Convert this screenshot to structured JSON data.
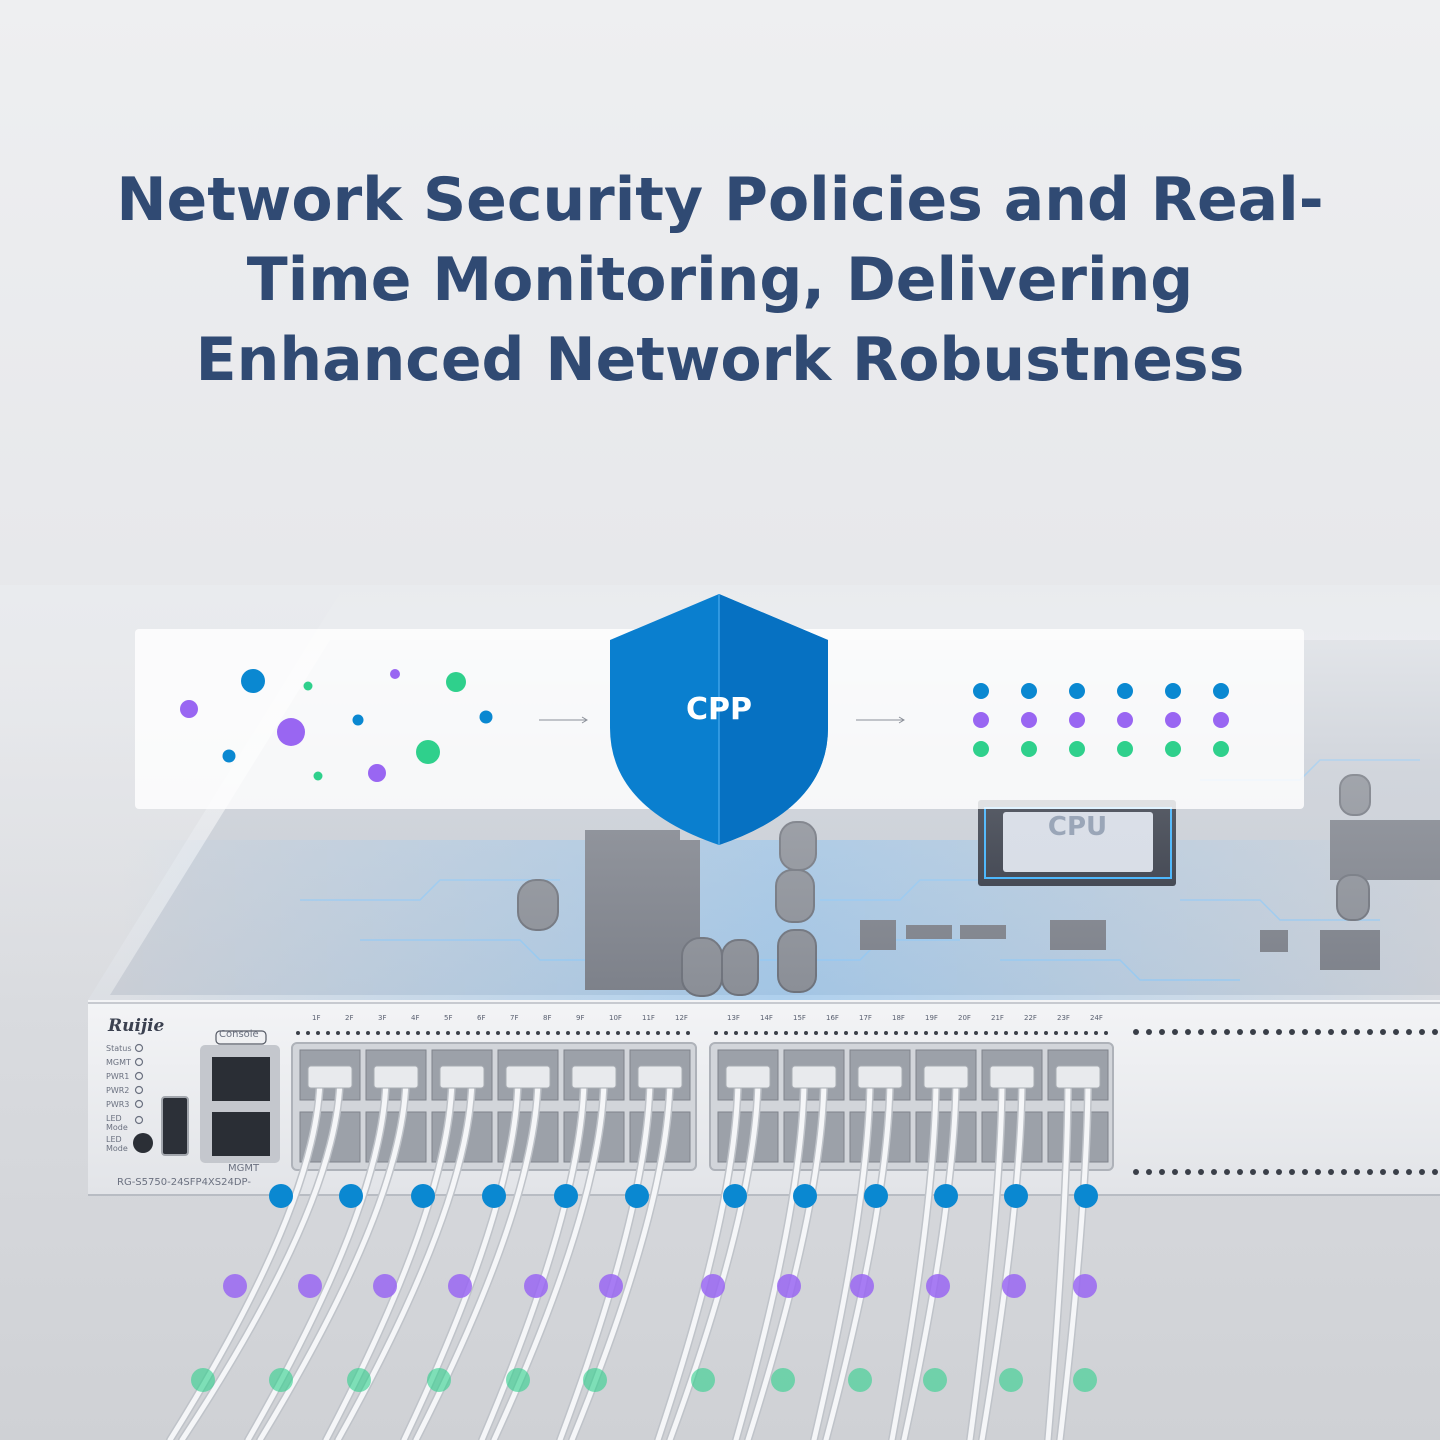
{
  "headline": {
    "line1": "Network Security Policies and Real-",
    "line2": "Time Monitoring, Delivering",
    "line3": "Enhanced Network Robustness"
  },
  "shield": {
    "label": "CPP",
    "icon": "shield-icon",
    "color": "#0a7fcf"
  },
  "chip": {
    "label": "CPU"
  },
  "device": {
    "brand": "Ruijie",
    "console_label": "Console",
    "mgmt_label": "MGMT",
    "model": "RG-S5750-24SFP4XS24DP-",
    "leds": [
      "Status",
      "MGMT",
      "PWR1",
      "PWR2",
      "PWR3",
      "LED Mode"
    ],
    "led_mode_button": "LED Mode",
    "ports_left": [
      "1F",
      "2F",
      "3F",
      "4F",
      "5F",
      "6F",
      "7F",
      "8F",
      "9F",
      "10F",
      "11F",
      "12F"
    ],
    "ports_right": [
      "13F",
      "14F",
      "15F",
      "16F",
      "17F",
      "18F",
      "19F",
      "20F",
      "21F",
      "22F",
      "23F",
      "24F"
    ]
  },
  "colors": {
    "headline": "#304a73",
    "blue": "#0a88d1",
    "purple": "#9966f2",
    "green": "#2fd08c",
    "shield": "#0a7fcf"
  }
}
